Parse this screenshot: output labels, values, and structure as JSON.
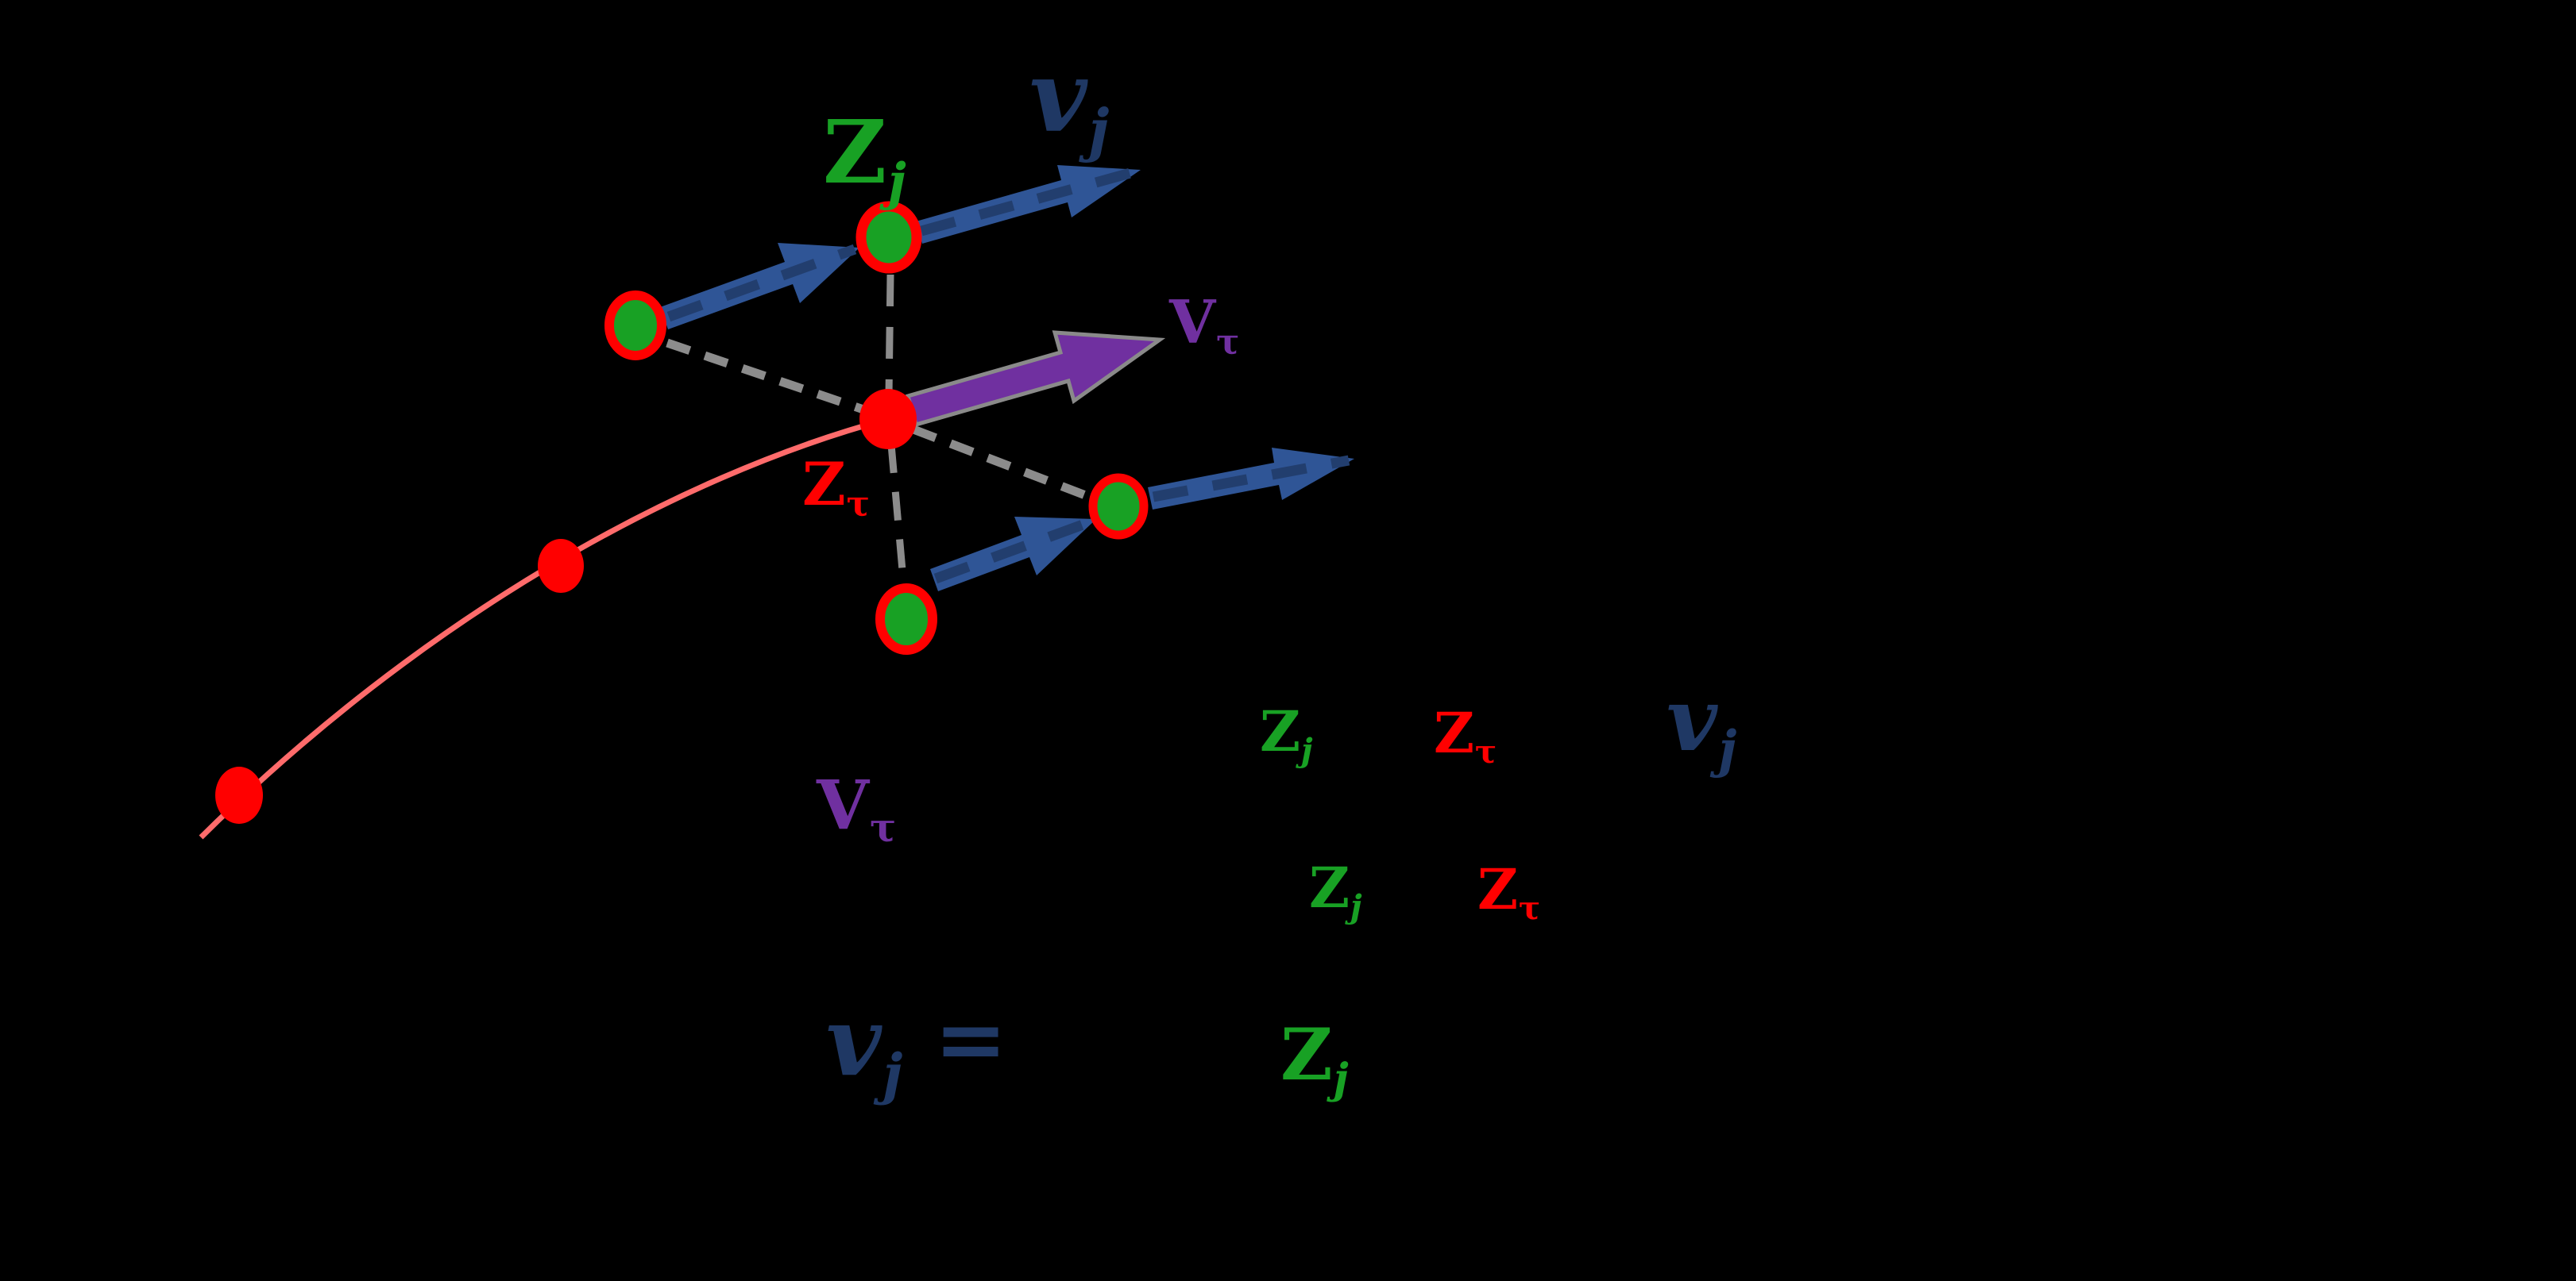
{
  "figure": {
    "description": "Latent trajectory diagram: red sample points along a salmon trajectory ending at current latent Z_tau; neighbor latents Z_j (green dots, red rings) connected by gray dashed lines; blue dashed velocity arrows v_j at neighbors; purple velocity arrow V_tau at Z_tau; equation below with only colored math tokens visible on black background"
  },
  "colors": {
    "background": "#000000",
    "node_green": "#18A124",
    "node_ring_red": "#FF0000",
    "sample_red": "#FF0000",
    "trajectory_salmon": "#FF6B6B",
    "arrow_blue": "#2F5596",
    "arrow_blue_dash": "#223E6E",
    "arrow_purple": "#7030A0",
    "arrow_purple_outline": "#8A8A8A",
    "connector_gray": "#8C8C8C",
    "text_green": "#18A124",
    "text_red": "#FF0000",
    "text_navy": "#1F3864",
    "text_purple": "#7030A0"
  },
  "labels": {
    "node_zj": {
      "main": "Z",
      "sub": "j"
    },
    "vec_vj": {
      "main": "v",
      "sub": "j"
    },
    "vec_vtau": {
      "main": "V",
      "sub": "τ"
    },
    "node_ztau": {
      "main": "Z",
      "sub": "τ"
    }
  },
  "equation": {
    "lhs_vtau": {
      "main": "V",
      "sub": "τ"
    },
    "num_zj": {
      "main": "Z",
      "sub": "j"
    },
    "num_ztau": {
      "main": "Z",
      "sub": "τ"
    },
    "num_vj": {
      "main": "v",
      "sub": "j"
    },
    "den_zj": {
      "main": "Z",
      "sub": "j"
    },
    "den_ztau": {
      "main": "Z",
      "sub": "τ"
    },
    "line2_vj": {
      "main": "v",
      "sub": "j"
    },
    "line2_equals": "=",
    "line2_zj": {
      "main": "Z",
      "sub": "j"
    }
  }
}
